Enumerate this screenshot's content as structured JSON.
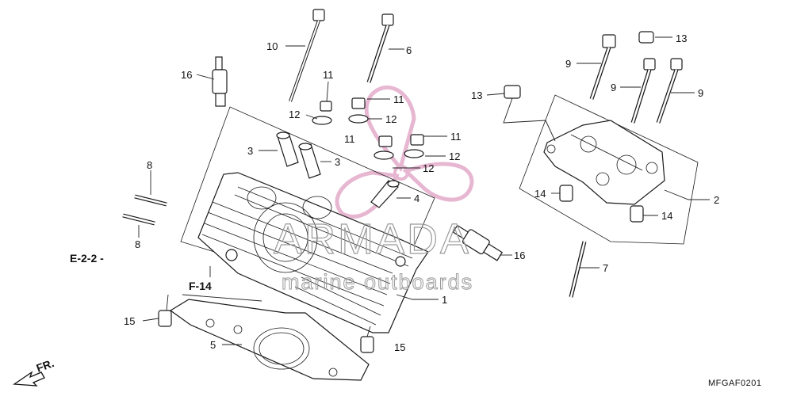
{
  "diagram": {
    "callouts": [
      {
        "id": "c10",
        "text": "10"
      },
      {
        "id": "c6",
        "text": "6"
      },
      {
        "id": "c16a",
        "text": "16"
      },
      {
        "id": "c11a",
        "text": "11"
      },
      {
        "id": "c12a",
        "text": "12"
      },
      {
        "id": "c11b",
        "text": "11"
      },
      {
        "id": "c12b",
        "text": "12"
      },
      {
        "id": "c3a",
        "text": "3"
      },
      {
        "id": "c3b",
        "text": "3"
      },
      {
        "id": "c11c",
        "text": "11"
      },
      {
        "id": "c11d",
        "text": "11"
      },
      {
        "id": "c12c",
        "text": "12"
      },
      {
        "id": "c12d",
        "text": "12"
      },
      {
        "id": "c4",
        "text": "4"
      },
      {
        "id": "c8a",
        "text": "8"
      },
      {
        "id": "c8b",
        "text": "8"
      },
      {
        "id": "c9a",
        "text": "9"
      },
      {
        "id": "c9b",
        "text": "9"
      },
      {
        "id": "c9c",
        "text": "9"
      },
      {
        "id": "c13a",
        "text": "13"
      },
      {
        "id": "c13b",
        "text": "13"
      },
      {
        "id": "c14a",
        "text": "14"
      },
      {
        "id": "c14b",
        "text": "14"
      },
      {
        "id": "c2",
        "text": "2"
      },
      {
        "id": "c16b",
        "text": "16"
      },
      {
        "id": "c7",
        "text": "7"
      },
      {
        "id": "c1",
        "text": "1"
      },
      {
        "id": "c15a",
        "text": "15"
      },
      {
        "id": "c15b",
        "text": "15"
      },
      {
        "id": "c5",
        "text": "5"
      }
    ],
    "refs": {
      "e22": "E-2-2 -",
      "f14": "F-14",
      "fr": "FR."
    },
    "diagram_code": "MFGAF0201"
  },
  "watermark": {
    "brand": "ARMADA",
    "tagline": "marine outboards",
    "logo_color": "#e0a0c4"
  }
}
